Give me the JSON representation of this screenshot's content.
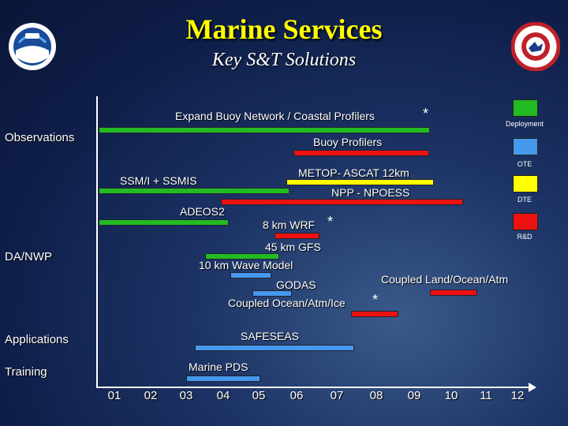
{
  "header": {
    "title": "Marine Services",
    "subtitle": "Key S&T Solutions"
  },
  "categories": {
    "observations": "Observations",
    "da_nwp": "DA/NWP",
    "applications": "Applications",
    "training": "Training"
  },
  "items": {
    "expand_buoy": "Expand Buoy Network / Coastal Profilers",
    "buoy_profilers": "Buoy Profilers",
    "metop": "METOP- ASCAT 12km",
    "ssmi": "SSM/I + SSMIS",
    "npp": "NPP - NPOESS",
    "adeos2": "ADEOS2",
    "wrf": "8 km WRF",
    "gfs": "45 km GFS",
    "wave": "10 km Wave Model",
    "coupled_land": "Coupled Land/Ocean/Atm",
    "godas": "GODAS",
    "coupled_ocean": "Coupled Ocean/Atm/Ice",
    "safeseas": "SAFESEAS",
    "marine_pds": "Marine PDS",
    "star": "*"
  },
  "axis": {
    "ticks": [
      "01",
      "02",
      "03",
      "04",
      "05",
      "06",
      "07",
      "08",
      "09",
      "10",
      "11",
      "12"
    ]
  },
  "legend": [
    {
      "label": "Deployment",
      "color": "#22bb22"
    },
    {
      "label": "OTE",
      "color": "#4499ee"
    },
    {
      "label": "DTE",
      "color": "#ffff00"
    },
    {
      "label": "R&D",
      "color": "#ee1111"
    }
  ],
  "colors": {
    "green": "#22bb22",
    "blue": "#4499ee",
    "yellow": "#ffff00",
    "red": "#ee1111",
    "title": "#ffff00"
  }
}
